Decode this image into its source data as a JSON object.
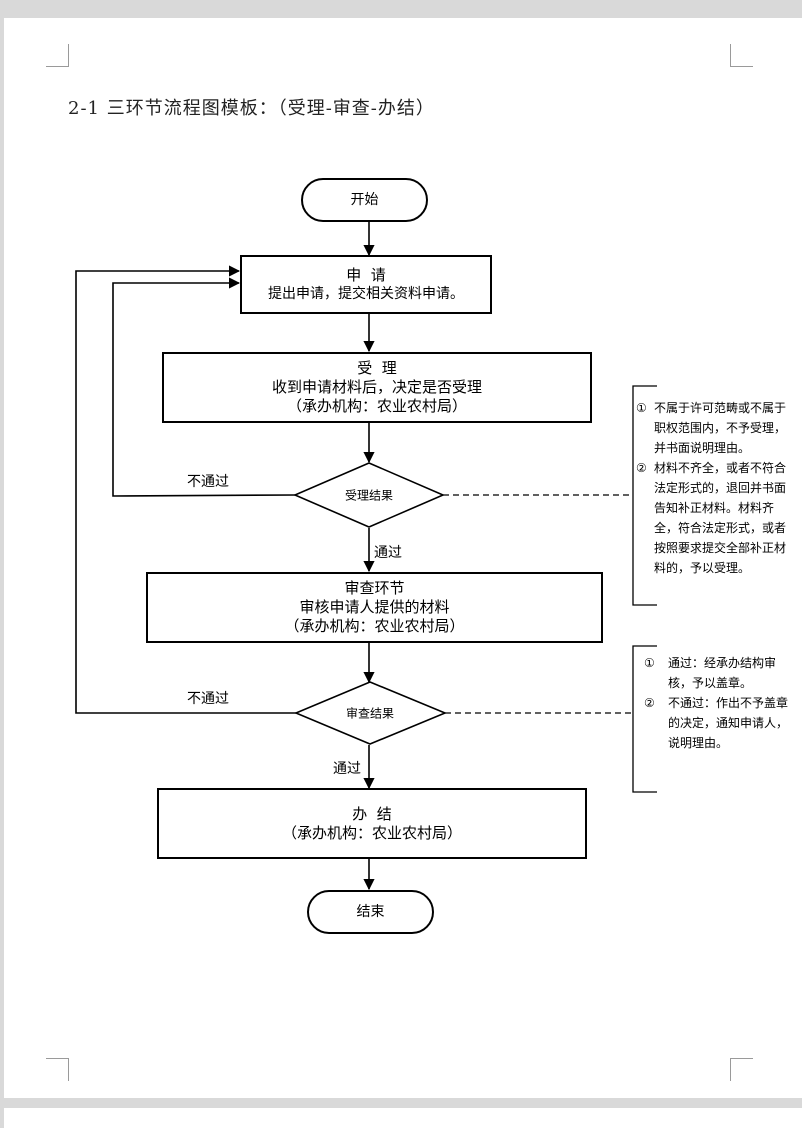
{
  "title": "2-1 三环节流程图模板：（受理-审查-办结）",
  "nodes": {
    "start": "开始",
    "apply": {
      "title": "申  请",
      "desc": "提出申请，提交相关资料申请。"
    },
    "accept": {
      "title": "受  理",
      "desc": "收到申请材料后，决定是否受理",
      "org": "（承办机构：农业农村局）"
    },
    "accept_result": "受理结果",
    "review": {
      "title": "审查环节",
      "desc": "审核申请人提供的材料",
      "org": "（承办机构：农业农村局）"
    },
    "review_result": "审查结果",
    "finish": {
      "title": "办  结",
      "org": "（承办机构：农业农村局）"
    },
    "end": "结束"
  },
  "edges": {
    "accept_fail": "不通过",
    "accept_pass": "通过",
    "review_fail": "不通过",
    "review_pass": "通过"
  },
  "notes": {
    "accept": [
      {
        "num": "①",
        "text": "不属于许可范畴或不属于职权范围内，不予受理，并书面说明理由。"
      },
      {
        "num": "②",
        "text": "材料不齐全，或者不符合法定形式的，退回并书面告知补正材料。材料齐全，符合法定形式，或者按照要求提交全部补正材料的，予以受理。"
      }
    ],
    "review": [
      {
        "num": "①",
        "text": "通过：经承办结构审核，予以盖章。"
      },
      {
        "num": "②",
        "text": "不通过：作出不予盖章的决定，通知申请人，说明理由。"
      }
    ]
  }
}
